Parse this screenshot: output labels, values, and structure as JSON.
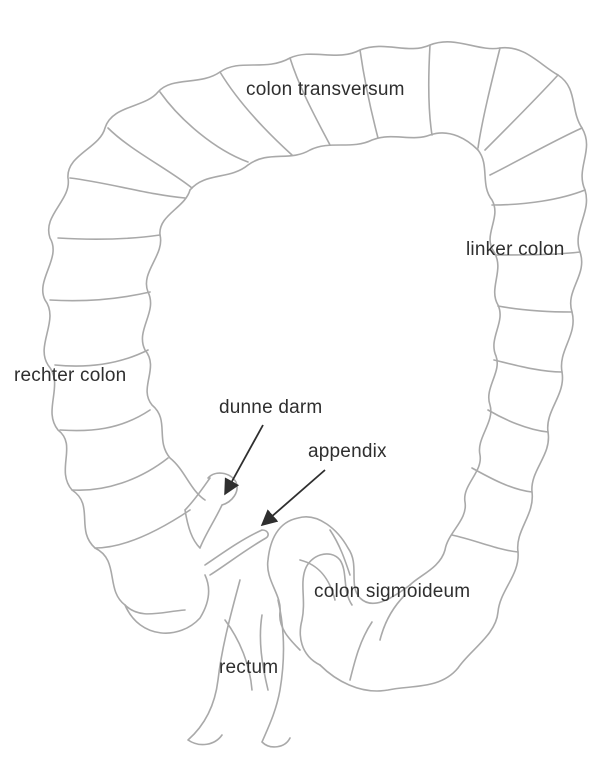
{
  "labels": {
    "colon_transversum": "colon transversum",
    "linker_colon": "linker colon",
    "rechter_colon": "rechter colon",
    "dunne_darm": "dunne darm",
    "appendix": "appendix",
    "colon_sigmoideum": "colon sigmoideum",
    "rectum": "rectum"
  },
  "colors": {
    "outline": "#a9a9a9",
    "detail": "#c4c4c4",
    "arrow": "#2f2f2f",
    "text": "#2f2f2f"
  }
}
